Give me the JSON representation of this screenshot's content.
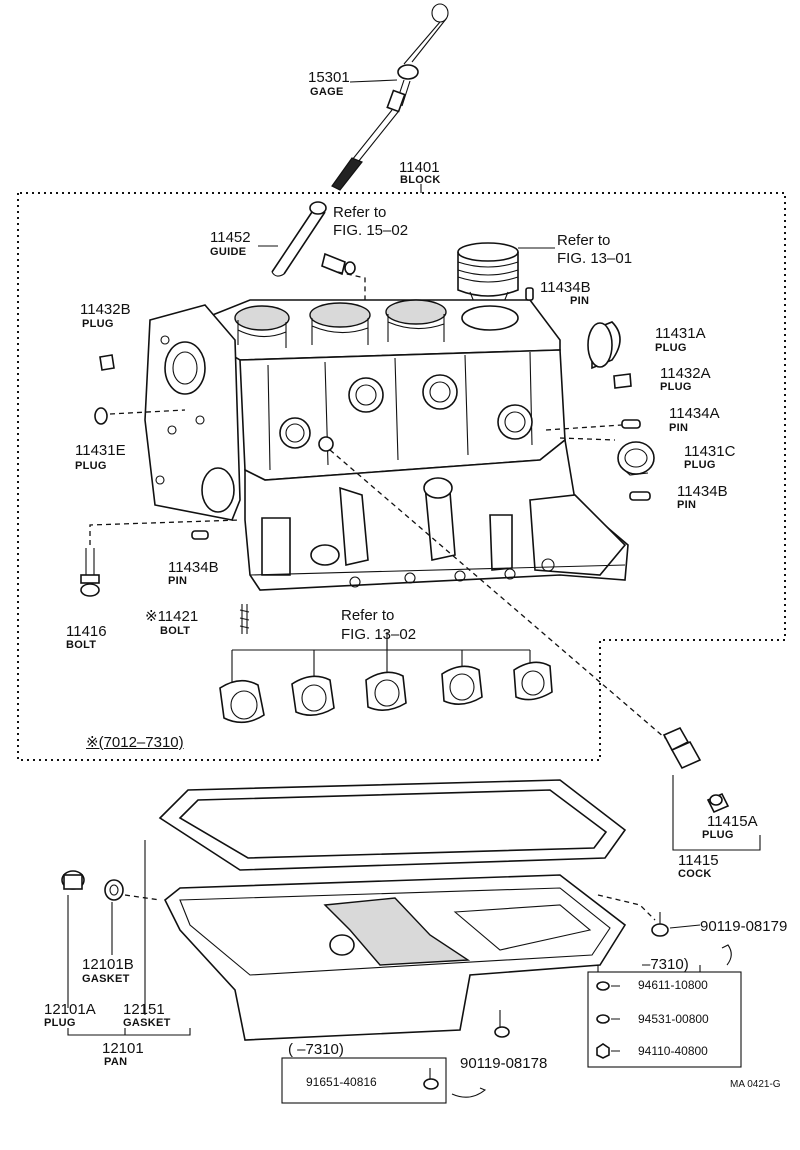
{
  "diagram_id": "MA 0421-G",
  "main_label": {
    "number": "11401",
    "name": "BLOCK"
  },
  "refs": {
    "fig15": [
      "Refer to",
      "FIG. 15–02"
    ],
    "fig13_01": [
      "Refer to",
      "FIG. 13–01"
    ],
    "fig13_02": [
      "Refer to",
      "FIG. 13–02"
    ]
  },
  "parts": {
    "gage": {
      "number": "15301",
      "name": "GAGE"
    },
    "guide": {
      "number": "11452",
      "name": "GUIDE"
    },
    "plug_11432b": {
      "number": "11432B",
      "name": "PLUG"
    },
    "pin_11434b_top": {
      "number": "11434B",
      "name": "PIN"
    },
    "plug_11431a": {
      "number": "11431A",
      "name": "PLUG"
    },
    "plug_11432a": {
      "number": "11432A",
      "name": "PLUG"
    },
    "pin_11434a": {
      "number": "11434A",
      "name": "PIN"
    },
    "plug_11431c": {
      "number": "11431C",
      "name": "PLUG"
    },
    "pin_11434b_right": {
      "number": "11434B",
      "name": "PIN"
    },
    "plug_11431e": {
      "number": "11431E",
      "name": "PLUG"
    },
    "pin_11434b_left": {
      "number": "11434B",
      "name": "PIN"
    },
    "bolt_11416": {
      "number": "11416",
      "name": "BOLT"
    },
    "bolt_11421": {
      "number": "※11421",
      "name": "BOLT"
    },
    "serial_note": "※(7012–7310)",
    "plug_11415a": {
      "number": "11415A",
      "name": "PLUG"
    },
    "cock_11415": {
      "number": "11415",
      "name": "COCK"
    },
    "gasket_12101b": {
      "number": "12101B",
      "name": "GASKET"
    },
    "plug_12101a": {
      "number": "12101A",
      "name": "PLUG"
    },
    "gasket_12151": {
      "number": "12151",
      "name": "GASKET"
    },
    "pan_12101": {
      "number": "12101",
      "name": "PAN"
    },
    "bolt_90119_08179": {
      "number": "90119-08179"
    },
    "bolt_90119_08178": {
      "number": "90119-08178"
    }
  },
  "right_box": {
    "header": "–7310)",
    "items": [
      "94611-10800",
      "94531-00800",
      "94110-40800"
    ]
  },
  "bottom_box": {
    "header": "(    –7310)",
    "item": "91651-40816"
  }
}
